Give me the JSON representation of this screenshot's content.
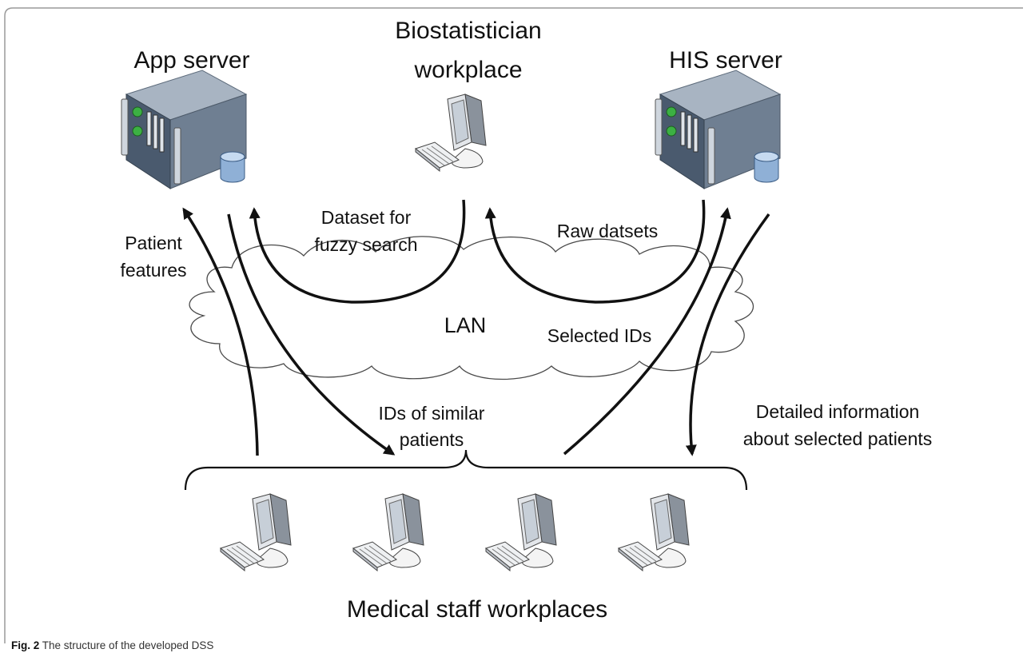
{
  "nodes": {
    "app_server": "App server",
    "biostat_line1": "Biostatistician",
    "biostat_line2": "workplace",
    "his_server": "HIS server",
    "lan": "LAN",
    "medical_staff": "Medical staff workplaces"
  },
  "edges": {
    "patient_features_line1": "Patient",
    "patient_features_line2": "features",
    "dataset_line1": "Dataset for",
    "dataset_line2": "fuzzy search",
    "raw_datasets": "Raw datsets",
    "selected_ids": "Selected IDs",
    "ids_similar_line1": "IDs of similar",
    "ids_similar_line2": "patients",
    "detailed_line1": "Detailed information",
    "detailed_line2": "about selected patients"
  },
  "caption": {
    "label": "Fig. 2",
    "text": "The structure of the developed DSS"
  },
  "colors": {
    "server_front": "#4a5a6e",
    "server_top": "#a8b4c2",
    "server_side": "#6f7f92",
    "status_led": "#3cb043",
    "monitor_screen": "#c7cfd8",
    "database": "#8fb0d6"
  }
}
